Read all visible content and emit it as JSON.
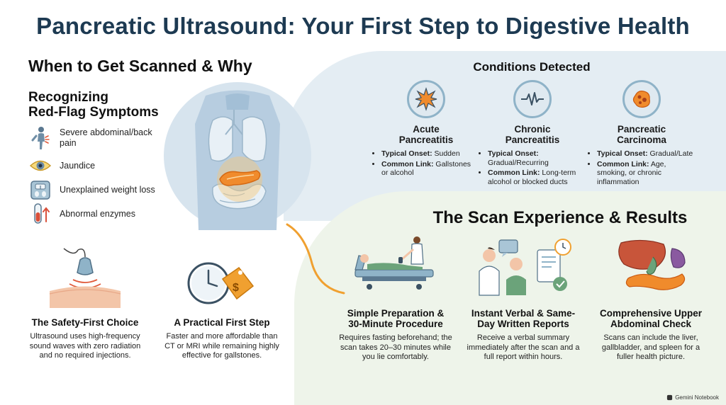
{
  "title": "Pancreatic Ultrasound: Your First Step to Digestive Health",
  "left": {
    "heading": "When to Get Scanned & Why",
    "subheading_line1": "Recognizing",
    "subheading_line2": "Red-Flag Symptoms",
    "symptoms": [
      {
        "icon": "pain-figure-icon",
        "text": "Severe abdominal/back pain"
      },
      {
        "icon": "eye-icon",
        "text": "Jaundice"
      },
      {
        "icon": "scale-icon",
        "text": "Unexplained weight loss"
      },
      {
        "icon": "test-tube-icon",
        "text": "Abnormal enzymes"
      }
    ],
    "safety": {
      "icon": "ultrasound-probe-icon",
      "title": "The Safety-First Choice",
      "text": "Ultrasound uses high-frequency sound waves with zero radiation and no required injections."
    },
    "practical": {
      "icon": "clock-price-tag-icon",
      "title": "A Practical First Step",
      "text": "Faster and more affordable than CT or MRI while remaining highly effective for gallstones."
    }
  },
  "conditions": {
    "heading": "Conditions Detected",
    "items": [
      {
        "icon": "starburst-icon",
        "name_line1": "Acute",
        "name_line2": "Pancreatitis",
        "onset_label": "Typical Onset:",
        "onset": "Sudden",
        "link_label": "Common Link:",
        "link": "Gallstones or alcohol"
      },
      {
        "icon": "pulse-wave-icon",
        "name_line1": "Chronic",
        "name_line2": "Pancreatitis",
        "onset_label": "Typical Onset:",
        "onset": "Gradual/Recurring",
        "link_label": "Common Link:",
        "link": "Long-term alcohol or blocked ducts"
      },
      {
        "icon": "cell-mass-icon",
        "name_line1": "Pancreatic",
        "name_line2": "Carcinoma",
        "onset_label": "Typical Onset:",
        "onset": "Gradual/Late",
        "link_label": "Common Link:",
        "link": "Age, smoking, or chronic inflammation"
      }
    ]
  },
  "scan": {
    "heading": "The Scan Experience & Results",
    "items": [
      {
        "icon": "patient-scan-icon",
        "title_line1": "Simple Preparation &",
        "title_line2": "30-Minute Procedure",
        "text": "Requires fasting beforehand; the scan takes 20–30 minutes while you lie comfortably."
      },
      {
        "icon": "doctor-report-icon",
        "title_line1": "Instant Verbal & Same-",
        "title_line2": "Day Written Reports",
        "text": "Receive a verbal summary immediately after the scan and a full report within hours."
      },
      {
        "icon": "abdominal-organs-icon",
        "title_line1": "Comprehensive Upper",
        "title_line2": "Abdominal Check",
        "text": "Scans can include the liver, gallbladder, and spleen for a fuller health picture."
      }
    ]
  },
  "footer": "Gemini Notebook",
  "colors": {
    "title": "#1d3a52",
    "panel_blue": "#e4edf3",
    "panel_green": "#eef4ea",
    "accent_orange": "#f0a030",
    "icon_blue": "#8fb3c8"
  }
}
